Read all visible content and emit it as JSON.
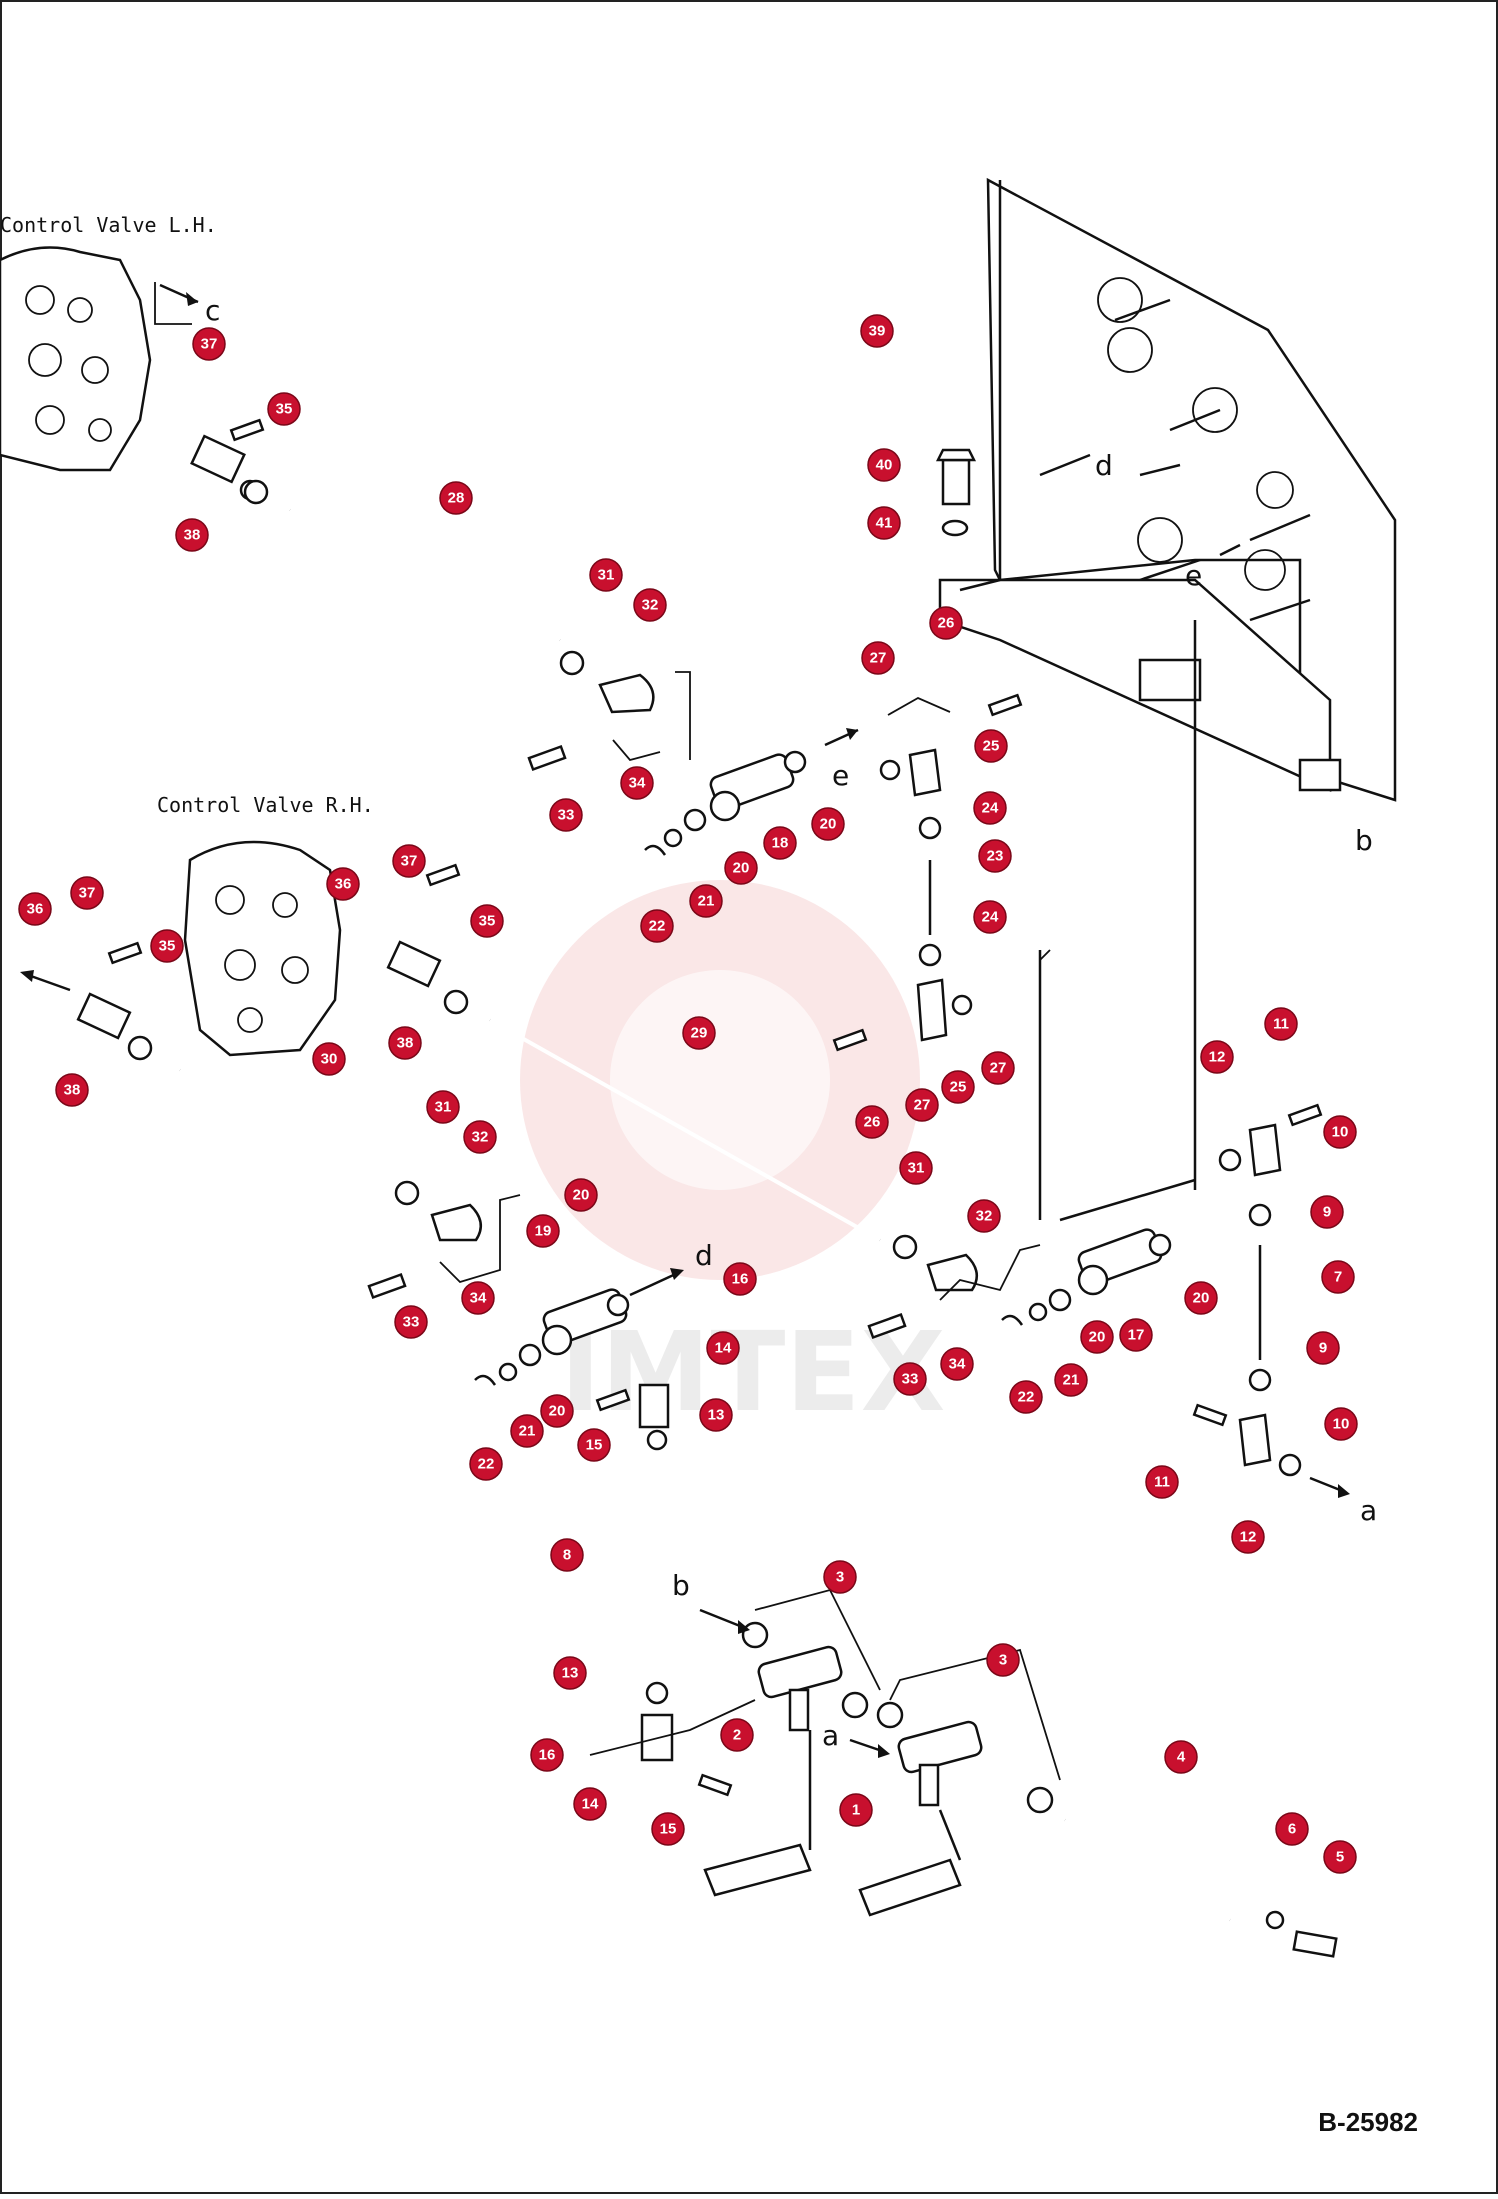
{
  "titles": {
    "valve_lh": "Control Valve L.H.",
    "valve_rh": "Control Valve R.H."
  },
  "doc_code": "B-25982",
  "watermark": "IMTEX",
  "arrow_letters": [
    "a",
    "b",
    "c",
    "d",
    "e"
  ],
  "badges": [
    "1",
    "2",
    "3",
    "4",
    "5",
    "6",
    "7",
    "8",
    "9",
    "10",
    "11",
    "12",
    "13",
    "14",
    "15",
    "16",
    "17",
    "18",
    "19",
    "20",
    "21",
    "22",
    "23",
    "24",
    "25",
    "26",
    "27",
    "28",
    "29",
    "30",
    "31",
    "32",
    "33",
    "34",
    "35",
    "36",
    "37",
    "38",
    "39",
    "40",
    "41"
  ],
  "colors": {
    "badge": "#c8102e",
    "line": "#111111",
    "watermark": "#f3c9c9"
  }
}
